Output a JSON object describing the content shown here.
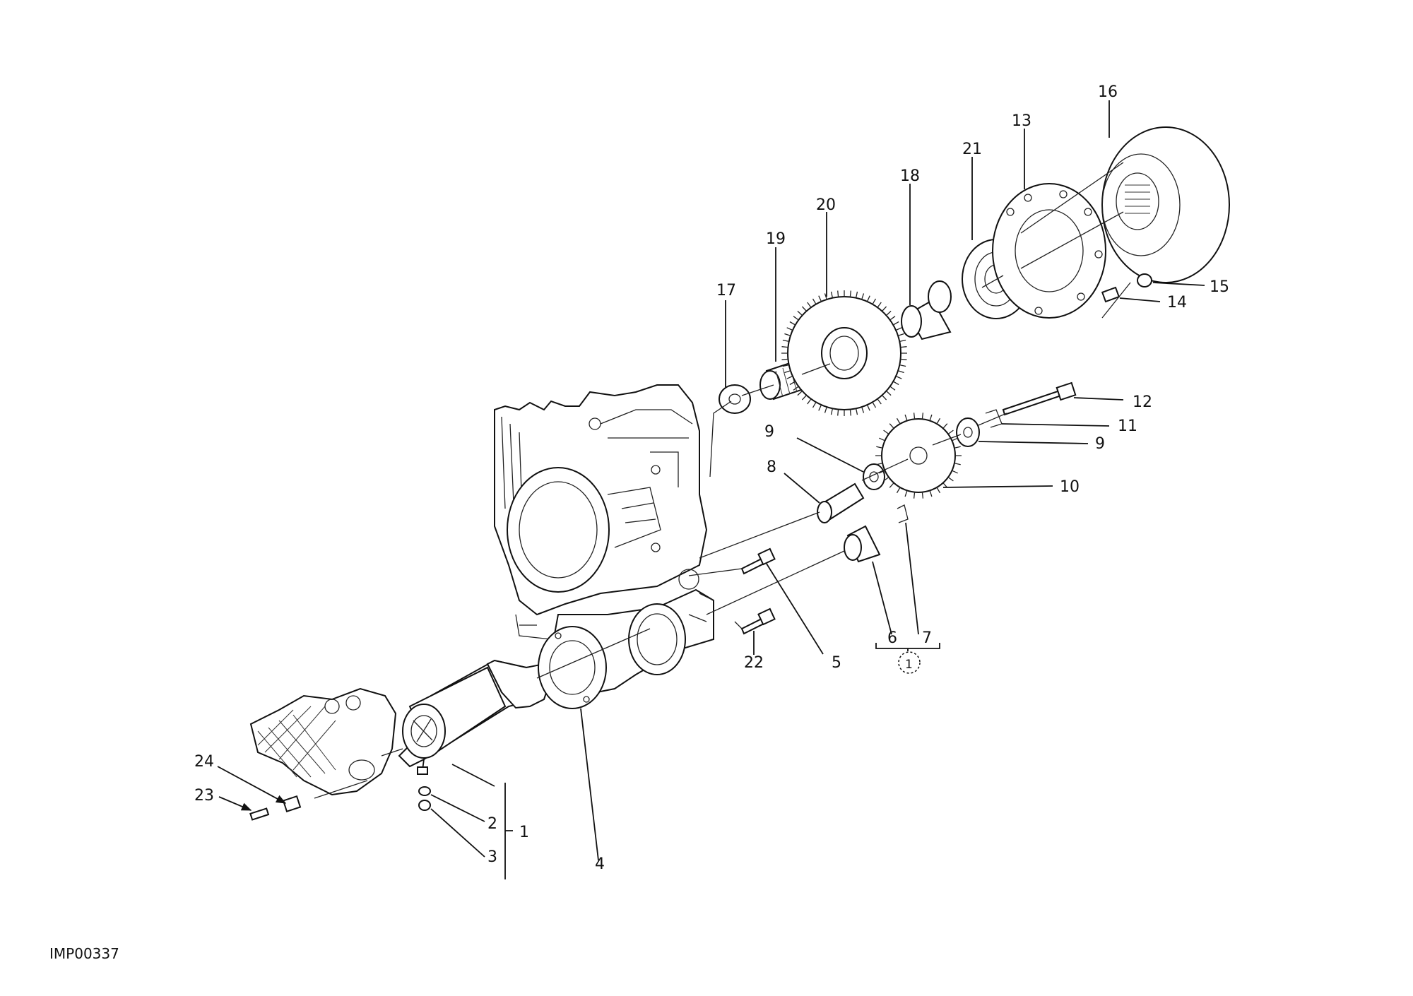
{
  "diagram": {
    "drawing_code": "IMP00337",
    "group_marker": "1",
    "callouts": [
      "1",
      "2",
      "3",
      "4",
      "5",
      "6",
      "7",
      "8",
      "9",
      "9",
      "10",
      "11",
      "12",
      "13",
      "14",
      "15",
      "16",
      "17",
      "18",
      "19",
      "20",
      "21",
      "22",
      "23",
      "24"
    ]
  }
}
